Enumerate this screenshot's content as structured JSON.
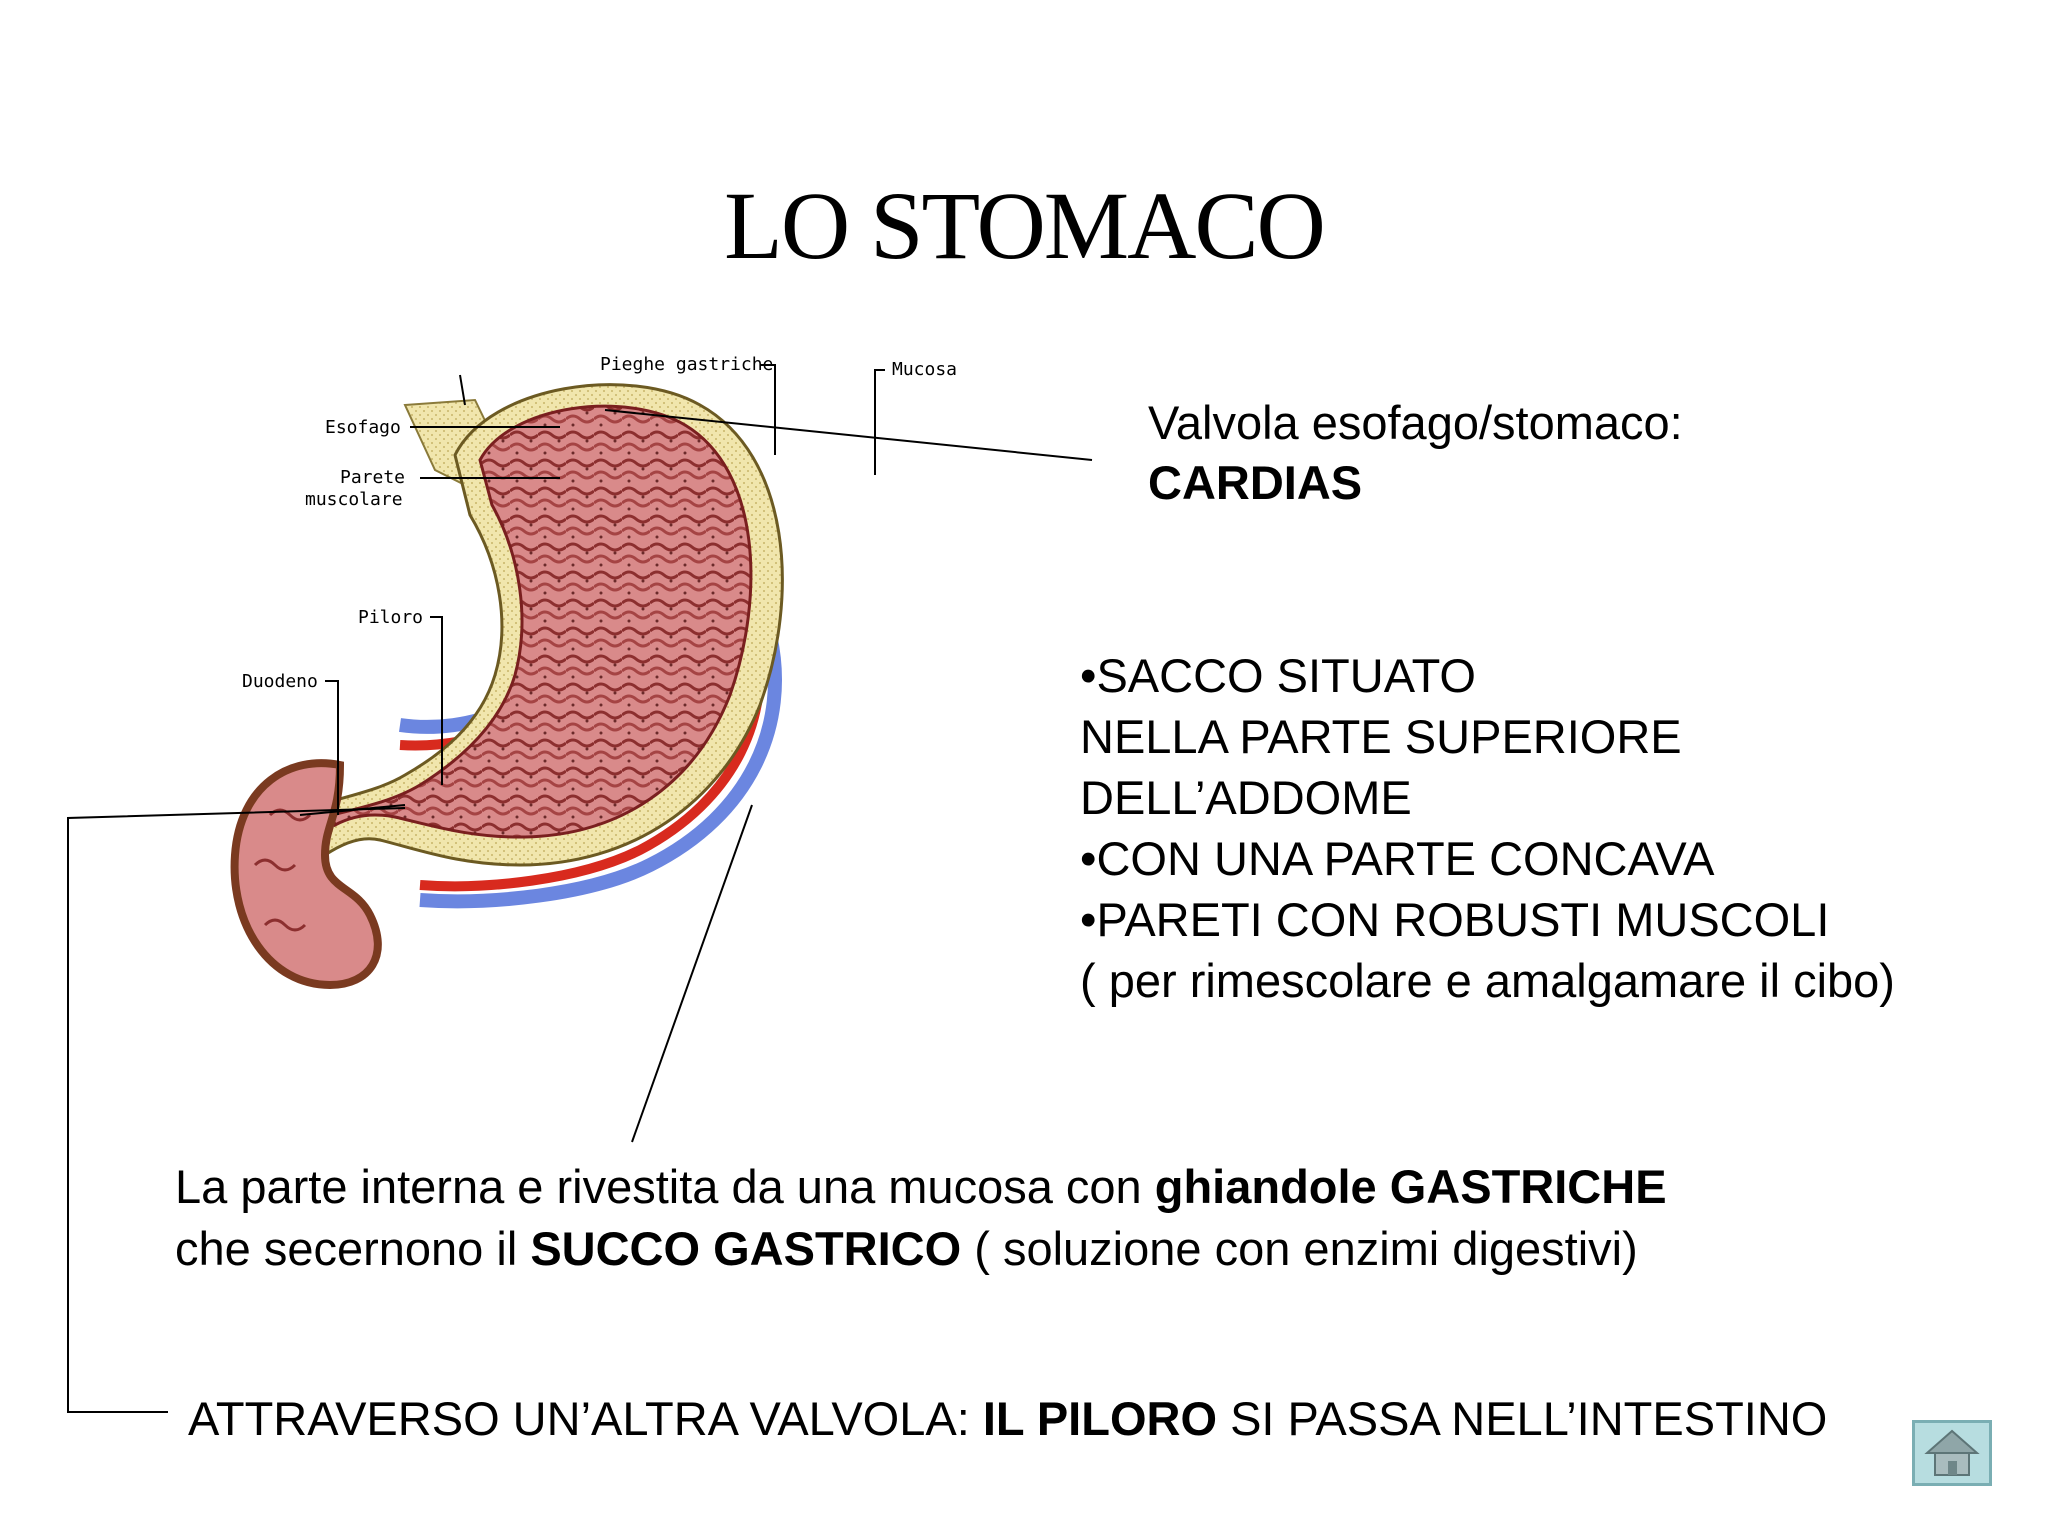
{
  "title": "LO STOMACO",
  "diagram": {
    "labels": {
      "pieghe": "Pieghe gastriche",
      "mucosa": "Mucosa",
      "esofago": "Esofago",
      "parete_1": "Parete",
      "parete_2": "muscolare",
      "piloro": "Piloro",
      "duodeno": "Duodeno"
    }
  },
  "cardias": {
    "line1": "Valvola esofago/stomaco:",
    "line2": "CARDIAS"
  },
  "bullets": {
    "b1a": "•SACCO SITUATO",
    "b1b": "NELLA PARTE SUPERIORE",
    "b1c": "DELL’ADDOME",
    "b2": "•CON UNA PARTE CONCAVA",
    "b3": "•PARETI CON ROBUSTI MUSCOLI",
    "b3_note": "( per rimescolare e amalgamare il cibo)"
  },
  "mucosa_text": {
    "l1_a": "La parte interna e rivestita da una mucosa con ",
    "l1_b": "ghiandole GASTRICHE",
    "l2_a": "che secernono il ",
    "l2_b": "SUCCO GASTRICO",
    "l2_c": " ( soluzione con enzimi digestivi)"
  },
  "piloro_text": {
    "a": "ATTRAVERSO UN’ALTRA VALVOLA: ",
    "b": "IL PILORO",
    "c": " SI PASSA NELL’INTESTINO"
  },
  "colors": {
    "stomach_wall": "#efe2a0",
    "mucosa": "#d98a8a",
    "folds": "#8c2f2f",
    "artery": "#d82a1e",
    "vein": "#6b86e0",
    "home_button": "#b7dde0"
  },
  "icons": {
    "home": "home-icon"
  }
}
